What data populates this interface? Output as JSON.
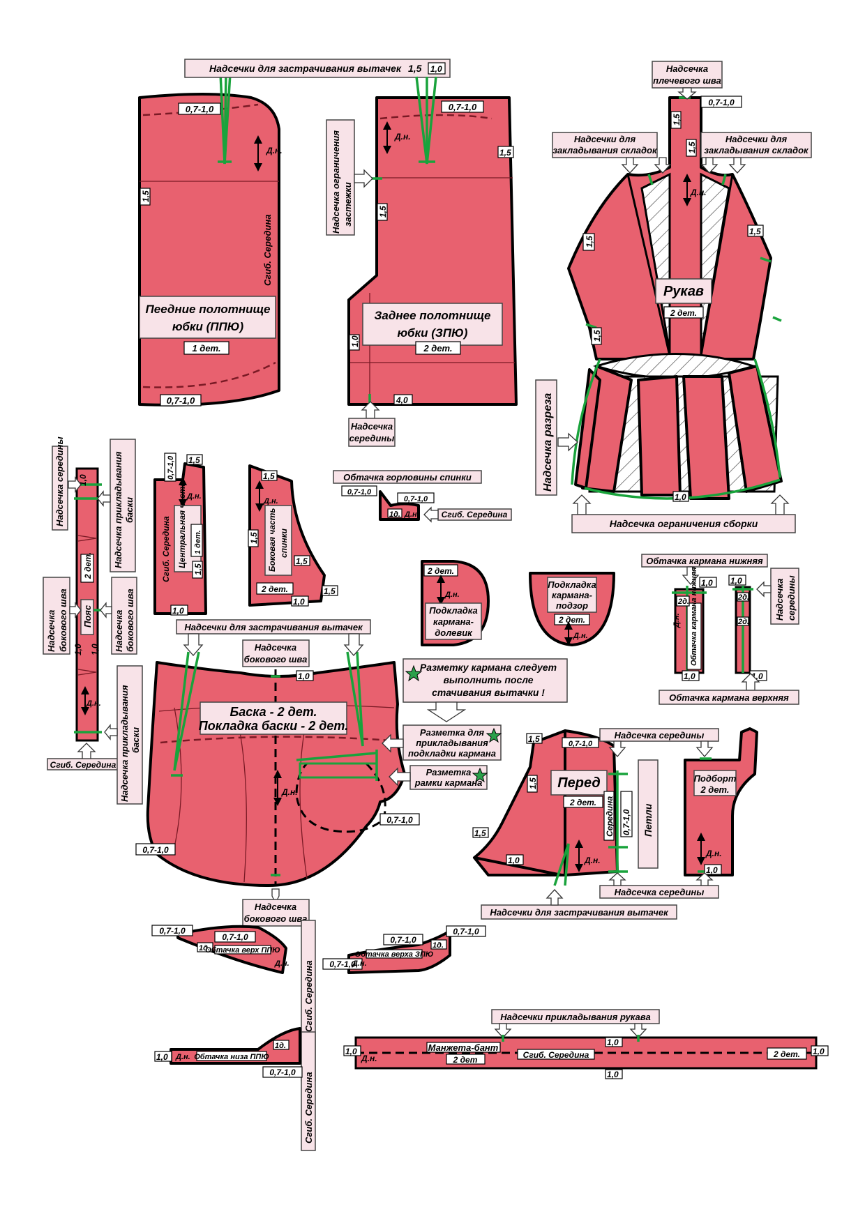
{
  "labels": {
    "notch_darts": "Надсечки для застрачивания вытачек",
    "notch_shoulder_1": "Надсечка",
    "notch_shoulder_2": "плечевого шва",
    "notch_folds_1": "Надсечки для",
    "notch_folds_2": "закладывания складок",
    "notch_fastener_1": "Надсечка ограничения",
    "notch_fastener_2": "застежки",
    "notch_center_1": "Надсечка",
    "notch_center_2": "середины",
    "notch_slit": "Надсечка разреза",
    "notch_gather": "Надсечка ограничения сборки",
    "notch_middle": "Надсечка середины",
    "notch_basque_attach_1": "Надсечка прикладывания",
    "notch_basque_attach_2": "баски",
    "notch_side_1": "Надсечка",
    "notch_side_2": "бокового шва",
    "notch_sleeve": "Надсечки прикладывания рукава",
    "fold_center": "Сгиб. Середина",
    "pocket_note_1": "Разметку кармана следует",
    "pocket_note_2": "выполнить после",
    "pocket_note_3": "стачивания вытачки !",
    "pocket_lining_mark_1": "Разметка для",
    "pocket_lining_mark_2": "прикладывания",
    "pocket_lining_mark_3": "подкладки кармана",
    "pocket_frame_mark_1": "Разметка",
    "pocket_frame_mark_2": "рамки кармана",
    "grain": "Д.н.",
    "loops": "Петли",
    "middle": "Середина"
  },
  "pieces": {
    "front_skirt_1": "Пеедние полотнище",
    "front_skirt_2": "юбки (ППЮ)",
    "front_skirt_qty": "1 дет.",
    "back_skirt_1": "Заднее полотнище",
    "back_skirt_2": "юбки (ЗПЮ)",
    "back_skirt_qty": "2 дет.",
    "sleeve": "Рукав",
    "sleeve_qty": "2 дет.",
    "back_neck_facing": "Обтачка горловины спинки",
    "belt": "Пояс",
    "belt_qty": "2 дет.",
    "center_back_1": "Центральная часть",
    "center_back_2": "спинки",
    "center_back_qty": "1 дет.",
    "side_back_1": "Боковая часть",
    "side_back_2": "спинки",
    "side_back_qty": "2 дет.",
    "pocket_bag_1": "Подкладка",
    "pocket_bag_2": "кармана-",
    "pocket_bag_3": "долевик",
    "pocket_bag_qty": "2 дет.",
    "pocket_cross_1": "Подкладка",
    "pocket_cross_2": "кармана-",
    "pocket_cross_3": "подзор",
    "pocket_cross_qty": "2 дет.",
    "pocket_facing_lower": "Обтачка кармана нижняя",
    "pocket_facing_upper": "Обтачка кармана верхняя",
    "pocket_facing_lower_inner": "Обтачка кармана нижняя",
    "basque_1": "Баска -  2 дет.",
    "basque_2": "Покладка баски - 2 дет.",
    "front": "Перед",
    "front_qty": "2 дет.",
    "facing": "Подборт",
    "facing_qty": "2 дет.",
    "top_front_facing": "Обтачка верх ППЮ",
    "top_back_facing": "Обтачка верха ЗПЮ",
    "bottom_front_facing": "Обтачка низа ППЮ",
    "cuff": "Манжета-бант",
    "cuff_qty": "2 дет",
    "cuff_qty_2": "2 дет.",
    "qty_1d": "1д.",
    "qty_2d": "2д."
  },
  "allowances": {
    "a07": "0,7-1,0",
    "a15": "1,5",
    "a10": "1,0",
    "a40": "4,0"
  },
  "colors": {
    "piece": "#e8616f",
    "notch": "#19a33c",
    "callout": "#f8e3e8"
  }
}
